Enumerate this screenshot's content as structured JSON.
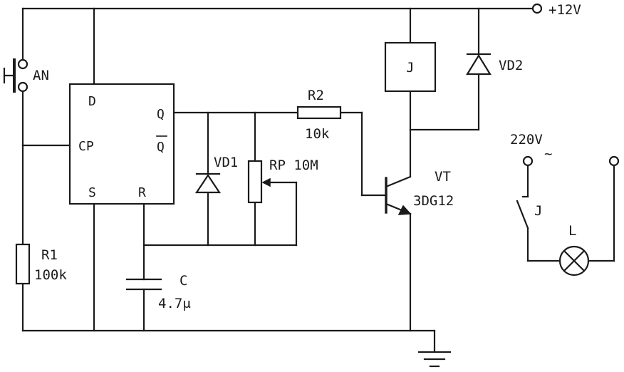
{
  "labels": {
    "supply": "+12V",
    "button": "AN",
    "ic_pin_d": "D",
    "ic_pin_cp": "CP",
    "ic_pin_s": "S",
    "ic_pin_r": "R",
    "ic_pin_q": "Q",
    "ic_pin_qbar": "Q",
    "vd1": "VD1",
    "rp": "RP 10M",
    "r2": "R2",
    "r2_value": "10k",
    "relay": "J",
    "vd2": "VD2",
    "vt": "VT",
    "vt_model": "3DG12",
    "r1": "R1",
    "r1_value": "100k",
    "c": "C",
    "c_value": "4.7μ",
    "mains": "220V",
    "mains_ac": "~",
    "relay_contact": "J",
    "lamp": "L"
  }
}
